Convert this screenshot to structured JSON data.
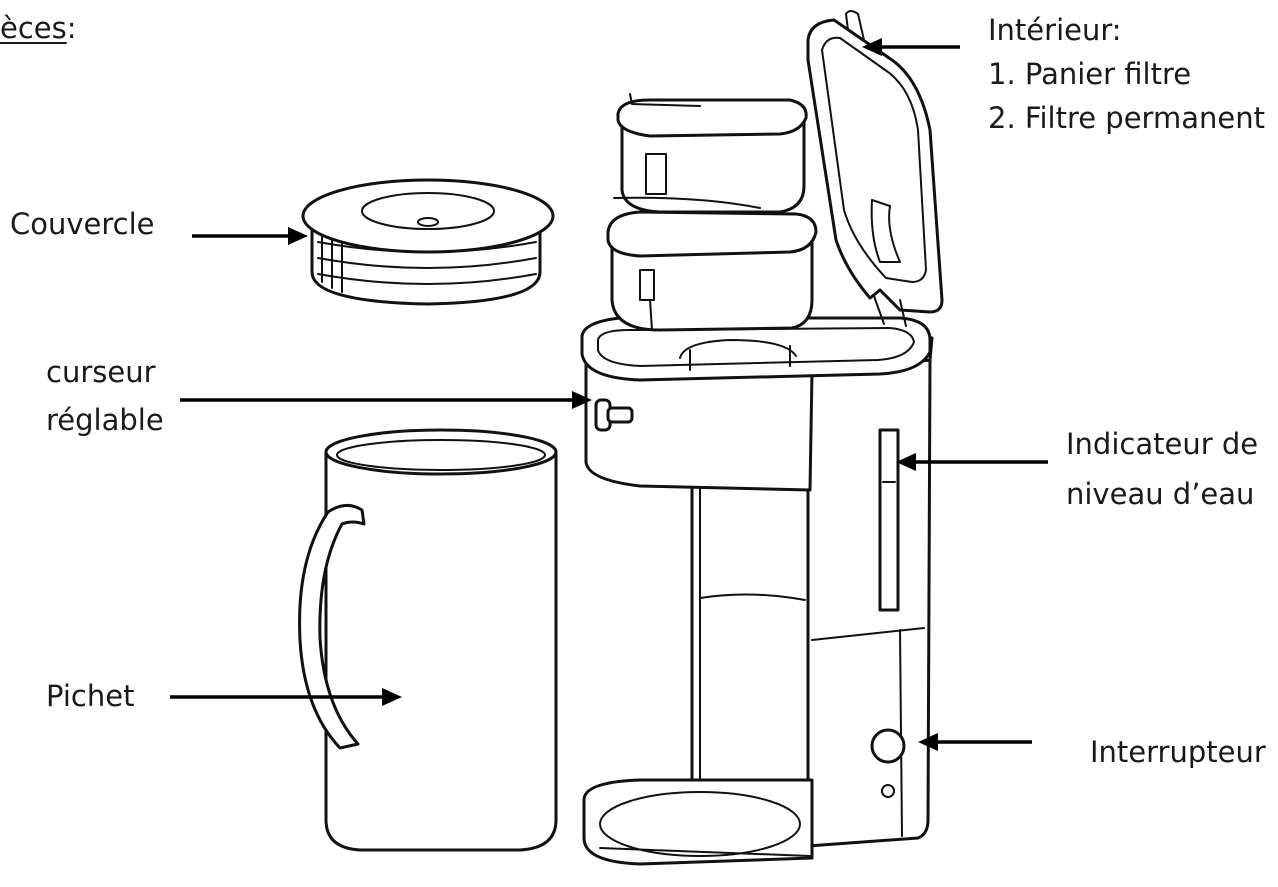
{
  "heading": {
    "text": "èces",
    "suffix": ":"
  },
  "labels": {
    "interior_title": "Intérieur:",
    "interior_item_1": "1. Panier filtre",
    "interior_item_2": "2. Filtre permanent",
    "lid": "Couvercle",
    "slider_line_1": "curseur",
    "slider_line_2": "réglable",
    "water_level_line_1": "Indicateur de",
    "water_level_line_2": "niveau d’eau",
    "pitcher": "Pichet",
    "switch": "Interrupteur"
  },
  "colors": {
    "line": "#111111",
    "background": "#ffffff",
    "text": "#1a1a1a"
  }
}
